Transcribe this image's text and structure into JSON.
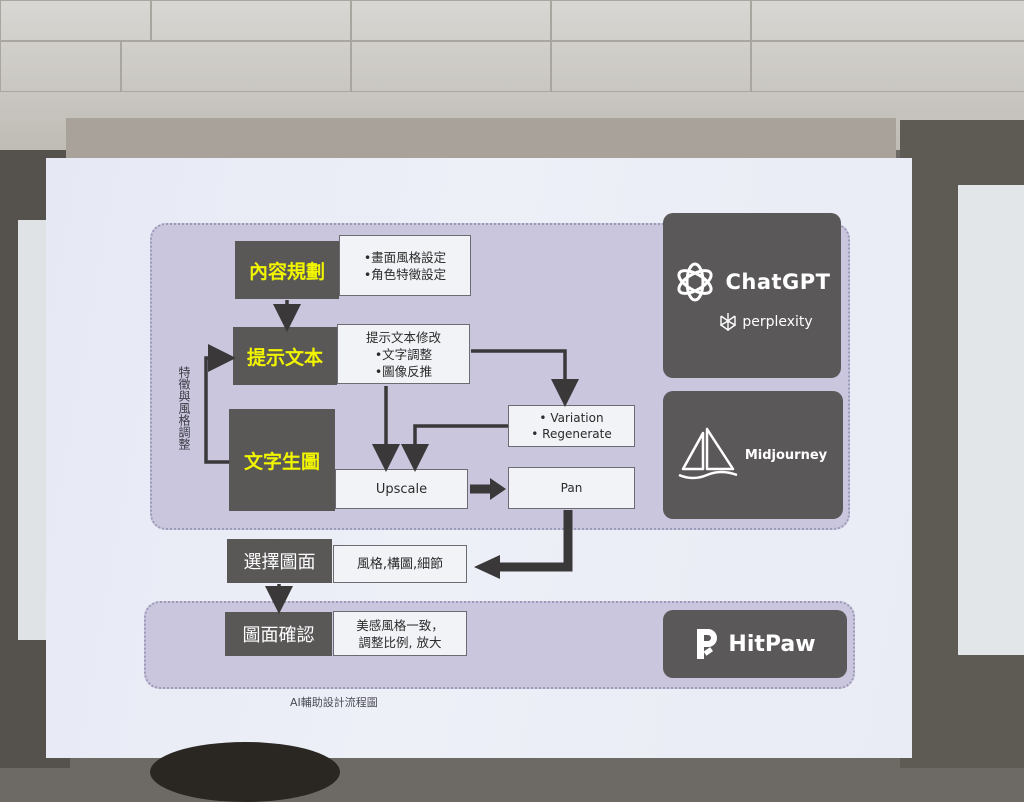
{
  "steps": {
    "content_planning": {
      "title": "內容規劃",
      "items": [
        "•畫面風格設定",
        "•角色特徵設定"
      ]
    },
    "prompt_text": {
      "title": "提示文本",
      "items": [
        "提示文本修改",
        "•文字調整",
        "•圖像反推"
      ]
    },
    "text_to_image": {
      "title": "文字生圖"
    },
    "select_image": {
      "title": "選擇圖面",
      "detail": "風格,構圖,細節"
    },
    "confirm_image": {
      "title": "圖面確認",
      "items": [
        "美感風格一致，",
        "調整比例, 放大"
      ]
    }
  },
  "actions": {
    "variation": "• Variation",
    "regenerate": "• Regenerate",
    "upscale": "Upscale",
    "pan": "Pan"
  },
  "side_label": "特徵與風格調整",
  "tools": {
    "chatgpt": "ChatGPT",
    "perplexity": "perplexity",
    "midjourney": "Midjourney",
    "hitpaw": "HitPaw"
  },
  "caption": "AI輔助設計流程圖",
  "colors": {
    "accent_yellow": "#f1f500",
    "dark_box": "#5a5757",
    "panel": "#c9c6de"
  }
}
